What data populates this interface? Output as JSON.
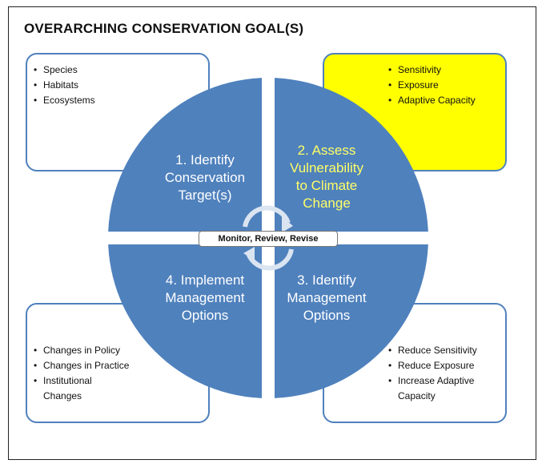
{
  "title": "OVERARCHING CONSERVATION GOAL(S)",
  "center_label": "Monitor, Review, Revise",
  "quadrants": [
    {
      "lines": [
        "1. Identify",
        "Conservation",
        "Target(s)"
      ]
    },
    {
      "lines": [
        "2. Assess",
        "Vulnerability",
        "to Climate",
        "Change"
      ]
    },
    {
      "lines": [
        "4. Implement",
        "Management",
        "Options"
      ]
    },
    {
      "lines": [
        "3. Identify",
        "Management",
        "Options"
      ]
    }
  ],
  "boxes": {
    "top_left": [
      "Species",
      "Habitats",
      "Ecosystems"
    ],
    "top_right": [
      "Sensitivity",
      "Exposure",
      "Adaptive Capacity"
    ],
    "bottom_left": [
      "Changes in Policy",
      "Changes in Practice",
      "Institutional\nChanges"
    ],
    "bottom_right": [
      "Reduce Sensitivity",
      "Reduce Exposure",
      "Increase Adaptive\nCapacity"
    ]
  },
  "colors": {
    "circle": "#4f81bd",
    "highlight_box": "#ffff00",
    "accent_text": "#ffff66",
    "box_border": "#4f81bd"
  }
}
